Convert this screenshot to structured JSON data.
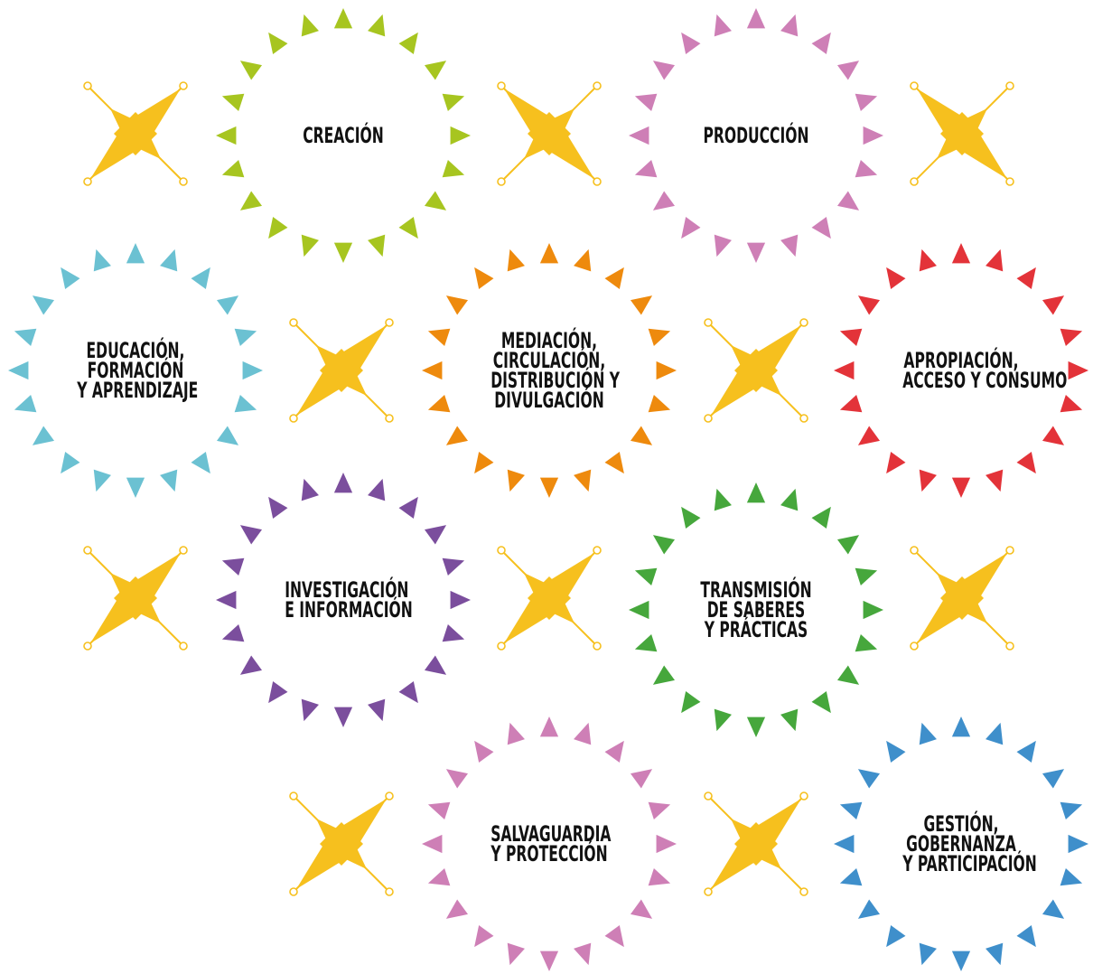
{
  "colors": {
    "connector": "#F6C01E",
    "lime": "#A7C520",
    "pink": "#CE7FB6",
    "cyan": "#6BC1D2",
    "orange": "#EE8A0D",
    "red": "#E33339",
    "purple": "#7B4E9D",
    "green": "#46A73C",
    "blue": "#3F8FCB"
  },
  "badges": [
    {
      "id": "creacion",
      "color": "lime",
      "lines": [
        "CREACIÓN"
      ]
    },
    {
      "id": "produccion",
      "color": "pink",
      "lines": [
        "PRODUCCIÓN"
      ]
    },
    {
      "id": "educacion",
      "color": "cyan",
      "lines": [
        "EDUCACIÓN,",
        "FORMACIÓN",
        "Y APRENDIZAJE"
      ]
    },
    {
      "id": "mediacion",
      "color": "orange",
      "lines": [
        "MEDIACIÓN,",
        "CIRCULACIÓN,",
        "DISTRIBUCIÓN Y",
        "DIVULGACIÓN"
      ]
    },
    {
      "id": "apropiacion",
      "color": "red",
      "lines": [
        "APROPIACIÓN,",
        "ACCESO Y CONSUMO"
      ]
    },
    {
      "id": "investigacion",
      "color": "purple",
      "lines": [
        "INVESTIGACIÓN",
        "E INFORMACIÓN"
      ]
    },
    {
      "id": "transmision",
      "color": "green",
      "lines": [
        "TRANSMISIÓN",
        "DE SABERES",
        "Y PRÁCTICAS"
      ]
    },
    {
      "id": "salvaguardia",
      "color": "pink",
      "lines": [
        "SALVAGUARDIA",
        "Y PROTECCIÓN"
      ]
    },
    {
      "id": "gestion",
      "color": "blue",
      "lines": [
        "GESTIÓN,",
        "GOBERNANZA",
        "Y PARTICIPACIÓN"
      ]
    }
  ],
  "connectors": [
    {
      "id": "c1",
      "mirror": false
    },
    {
      "id": "c2",
      "mirror": true
    },
    {
      "id": "c3",
      "mirror": true
    },
    {
      "id": "c4",
      "mirror": false
    },
    {
      "id": "c5",
      "mirror": false
    },
    {
      "id": "c6",
      "mirror": false
    },
    {
      "id": "c7",
      "mirror": false
    },
    {
      "id": "c8",
      "mirror": false
    },
    {
      "id": "c9",
      "mirror": false
    },
    {
      "id": "c10",
      "mirror": false
    }
  ]
}
